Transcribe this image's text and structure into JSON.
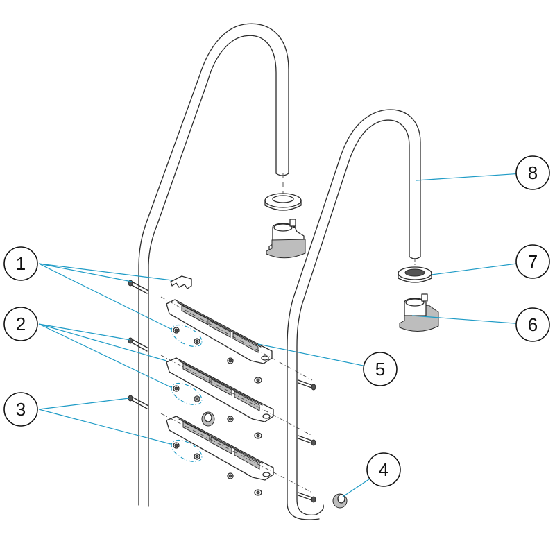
{
  "callouts": [
    {
      "id": "1",
      "label": "1"
    },
    {
      "id": "2",
      "label": "2"
    },
    {
      "id": "3",
      "label": "3"
    },
    {
      "id": "4",
      "label": "4"
    },
    {
      "id": "5",
      "label": "5"
    },
    {
      "id": "6",
      "label": "6"
    },
    {
      "id": "7",
      "label": "7"
    },
    {
      "id": "8",
      "label": "8"
    }
  ],
  "colors": {
    "leader": "#1e9bc6",
    "outline": "#2b2b2b",
    "background": "#ffffff"
  }
}
